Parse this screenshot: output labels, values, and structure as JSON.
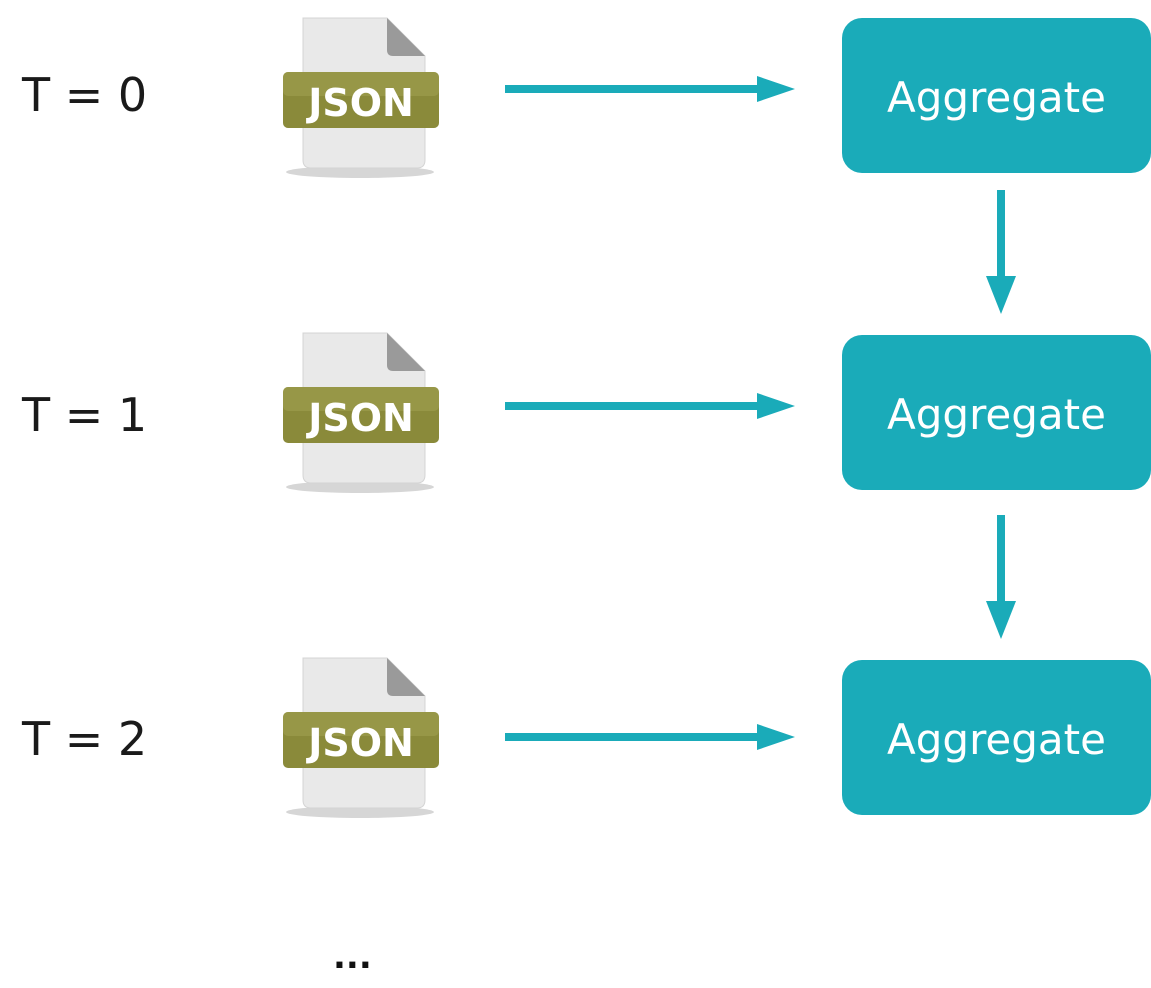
{
  "steps": [
    {
      "time_label": "T = 0",
      "file_label": "JSON",
      "box_label": "Aggregate"
    },
    {
      "time_label": "T = 1",
      "file_label": "JSON",
      "box_label": "Aggregate"
    },
    {
      "time_label": "T = 2",
      "file_label": "JSON",
      "box_label": "Aggregate"
    }
  ],
  "continuation": "...",
  "colors": {
    "accent": "#1aabb9",
    "json_badge": "#8a8a3a",
    "file_body": "#e9e9e9"
  },
  "icons": {
    "file": "json-file-icon",
    "connector": "arrow"
  }
}
